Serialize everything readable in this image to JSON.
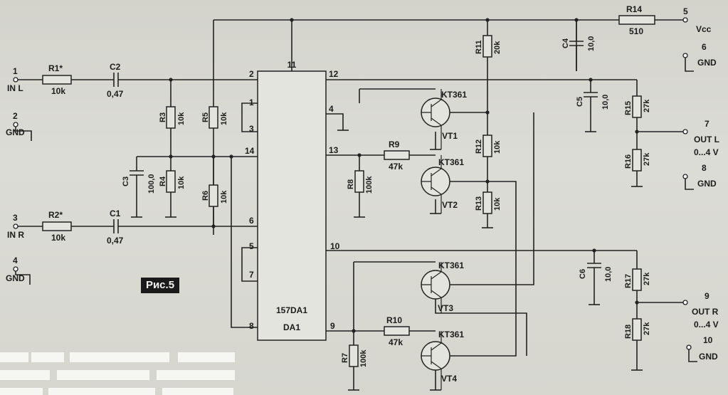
{
  "figure_label": "Рис.5",
  "ic": {
    "name": "157DA1",
    "ref": "DA1",
    "pins": [
      "11",
      "2",
      "12",
      "1",
      "3",
      "4",
      "14",
      "13",
      "6",
      "10",
      "5",
      "7",
      "8",
      "9"
    ]
  },
  "connectors": [
    {
      "num": "1",
      "label": "IN L"
    },
    {
      "num": "2",
      "label": "GND"
    },
    {
      "num": "3",
      "label": "IN R"
    },
    {
      "num": "4",
      "label": "GND"
    },
    {
      "num": "5",
      "label": "Vcc"
    },
    {
      "num": "6",
      "label": "GND"
    },
    {
      "num": "7",
      "label": "OUT L",
      "sub": "0...4 V"
    },
    {
      "num": "8",
      "label": "GND"
    },
    {
      "num": "9",
      "label": "OUT R",
      "sub": "0...4 V"
    },
    {
      "num": "10",
      "label": "GND"
    }
  ],
  "resistors": [
    {
      "ref": "R1*",
      "val": "10k"
    },
    {
      "ref": "R2*",
      "val": "10k"
    },
    {
      "ref": "R3",
      "val": "10k"
    },
    {
      "ref": "R4",
      "val": "10k"
    },
    {
      "ref": "R5",
      "val": "10k"
    },
    {
      "ref": "R6",
      "val": "10k"
    },
    {
      "ref": "R7",
      "val": "100k"
    },
    {
      "ref": "R8",
      "val": "100k"
    },
    {
      "ref": "R9",
      "val": "47k"
    },
    {
      "ref": "R10",
      "val": "47k"
    },
    {
      "ref": "R11",
      "val": "20k"
    },
    {
      "ref": "R12",
      "val": "10k"
    },
    {
      "ref": "R13",
      "val": "10k"
    },
    {
      "ref": "R14",
      "val": "510"
    },
    {
      "ref": "R15",
      "val": "27k"
    },
    {
      "ref": "R16",
      "val": "27k"
    },
    {
      "ref": "R17",
      "val": "27k"
    },
    {
      "ref": "R18",
      "val": "27k"
    }
  ],
  "capacitors": [
    {
      "ref": "C1",
      "val": "0,47"
    },
    {
      "ref": "C2",
      "val": "0,47"
    },
    {
      "ref": "C3",
      "val": "100,0"
    },
    {
      "ref": "C4",
      "val": "10,0"
    },
    {
      "ref": "C5",
      "val": "10,0"
    },
    {
      "ref": "C6",
      "val": "10,0"
    }
  ],
  "transistors": [
    {
      "ref": "VT1",
      "type": "KT361"
    },
    {
      "ref": "VT2",
      "type": "KT361"
    },
    {
      "ref": "VT3",
      "type": "KT361"
    },
    {
      "ref": "VT4",
      "type": "KT361"
    }
  ]
}
